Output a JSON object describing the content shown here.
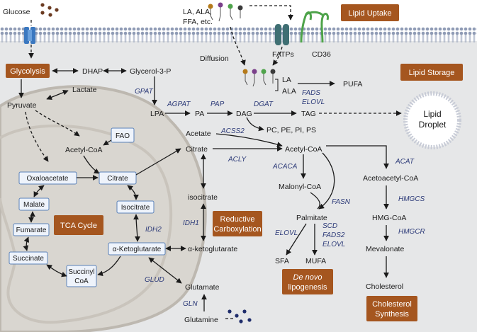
{
  "labels": {
    "glucose": "Glucose",
    "la_ala_ffa": [
      "LA, ALA,",
      "FFA, etc."
    ],
    "diffusion": "Diffusion",
    "fatps": "FATPs",
    "cd36": "CD36",
    "dhap": "DHAP",
    "glycerol3p": "Glycerol-3-P",
    "lactate": "Lactate",
    "pyruvate": "Pyruvate",
    "acetylcoa_mito": "Acetyl-CoA",
    "fao": "FAO",
    "lpa": "LPA",
    "pa": "PA",
    "dag": "DAG",
    "tag": "TAG",
    "phospholipids": "PC, PE, PI, PS",
    "la": "LA",
    "ala": "ALA",
    "pufa": "PUFA",
    "lipid_droplet": [
      "Lipid",
      "Droplet"
    ],
    "acetate": "Acetate",
    "citrate_cyto": "Citrate",
    "acetylcoa_cyto": "Acetyl-CoA",
    "malonylcoa": "Malonyl-CoA",
    "palmitate": "Palmitate",
    "sfa": "SFA",
    "mufa": "MUFA",
    "acetoacetylcoa": "Acetoacetyl-CoA",
    "hmgcoa": "HMG-CoA",
    "mevalonate": "Mevalonate",
    "cholesterol": "Cholesterol",
    "isocitrate_cyto": "isocitrate",
    "akg_cyto": "α-ketoglutarate",
    "glutamate": "Glutamate",
    "glutamine": "Glutamine"
  },
  "tca_boxes": {
    "oxaloacetate": "Oxaloacetate",
    "citrate": "Citrate",
    "malate": "Malate",
    "isocitrate": "Isocitrate",
    "fumarate": "Fumarate",
    "akg": "α-Ketoglutarate",
    "succinate": "Succinate",
    "succinylcoa": [
      "Succinyl",
      "CoA"
    ]
  },
  "enzymes": {
    "gpat": "GPAT",
    "agpat": "AGPAT",
    "pap": "PAP",
    "dgat": "DGAT",
    "fads": "FADS",
    "elovl_top": "ELOVL",
    "acss2": "ACSS2",
    "acly": "ACLY",
    "acaca": "ACACA",
    "fasn": "FASN",
    "acat": "ACAT",
    "hmgcs": "HMGCS",
    "hmgcr": "HMGCR",
    "elovl_left": "ELOVL",
    "scd": "SCD",
    "fads2": "FADS2",
    "elovl_right": "ELOVL",
    "idh2": "IDH2",
    "idh1": "IDH1",
    "glud": "GLUD",
    "gln": "GLN"
  },
  "panels": {
    "glycolysis": "Glycolysis",
    "lipid_uptake": "Lipid Uptake",
    "lipid_storage": "Lipid Storage",
    "tca_cycle": "TCA Cycle",
    "reductive_carboxylation": [
      "Reductive",
      "Carboxylation"
    ],
    "de_novo": [
      "De novo",
      "lipogenesis"
    ],
    "cholesterol_synthesis": [
      "Cholesterol",
      "Synthesis"
    ]
  },
  "colors": {
    "panel": "#a5561f",
    "cell_bg": "#e6e7e8",
    "mito_fill": "#d9d6d0",
    "mito_line": "#bdb8b0",
    "box_border": "#5b82b8",
    "box_fill": "#eef3fb",
    "enzyme": "#2c3a78",
    "glucose_dot": "#6b3b22",
    "glutamine_dot": "#1f2d6b"
  }
}
